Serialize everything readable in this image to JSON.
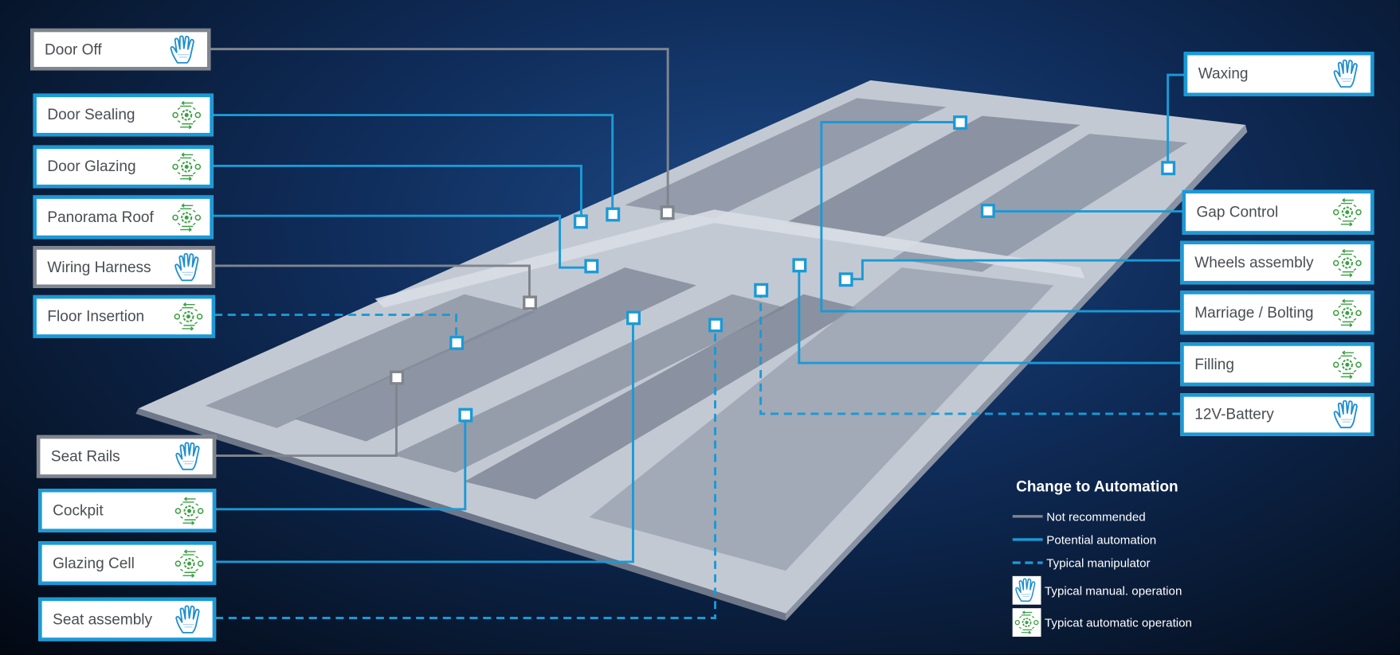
{
  "left_labels": [
    {
      "label": "Door Off",
      "type": "not-recommended",
      "icon": "hand-icon"
    },
    {
      "label": "Door Sealing",
      "type": "potential",
      "icon": "gear-automation-icon"
    },
    {
      "label": "Door Glazing",
      "type": "potential",
      "icon": "gear-automation-icon"
    },
    {
      "label": "Panorama Roof",
      "type": "potential",
      "icon": "gear-automation-icon"
    },
    {
      "label": "Wiring Harness",
      "type": "not-recommended",
      "icon": "hand-icon"
    },
    {
      "label": "Floor Insertion",
      "type": "manipulator",
      "icon": "gear-automation-icon"
    },
    {
      "label": "Seat Rails",
      "type": "not-recommended",
      "icon": "hand-icon"
    },
    {
      "label": "Cockpit",
      "type": "potential",
      "icon": "gear-automation-icon"
    },
    {
      "label": "Glazing Cell",
      "type": "potential",
      "icon": "gear-automation-icon"
    },
    {
      "label": "Seat assembly",
      "type": "manipulator",
      "icon": "hand-icon"
    }
  ],
  "right_labels": [
    {
      "label": "Waxing",
      "type": "potential",
      "icon": "hand-icon"
    },
    {
      "label": "Gap Control",
      "type": "potential",
      "icon": "gear-automation-icon"
    },
    {
      "label": "Wheels assembly",
      "type": "potential",
      "icon": "gear-automation-icon"
    },
    {
      "label": "Marriage / Bolting",
      "type": "potential",
      "icon": "gear-automation-icon"
    },
    {
      "label": "Filling",
      "type": "potential",
      "icon": "gear-automation-icon"
    },
    {
      "label": "12V-Battery",
      "type": "manipulator",
      "icon": "hand-icon"
    }
  ],
  "legend": {
    "title": "Change to Automation",
    "items": [
      "Not recommended",
      "Potential automation",
      "Typical manipulator",
      "Typical manual. operation",
      "Typicat automatic operation"
    ]
  },
  "colors": {
    "potential": "#1a9ad6",
    "not_recommended": "#80858d",
    "manual_icon": "#1f8fd0",
    "auto_icon": "#3aa043"
  }
}
